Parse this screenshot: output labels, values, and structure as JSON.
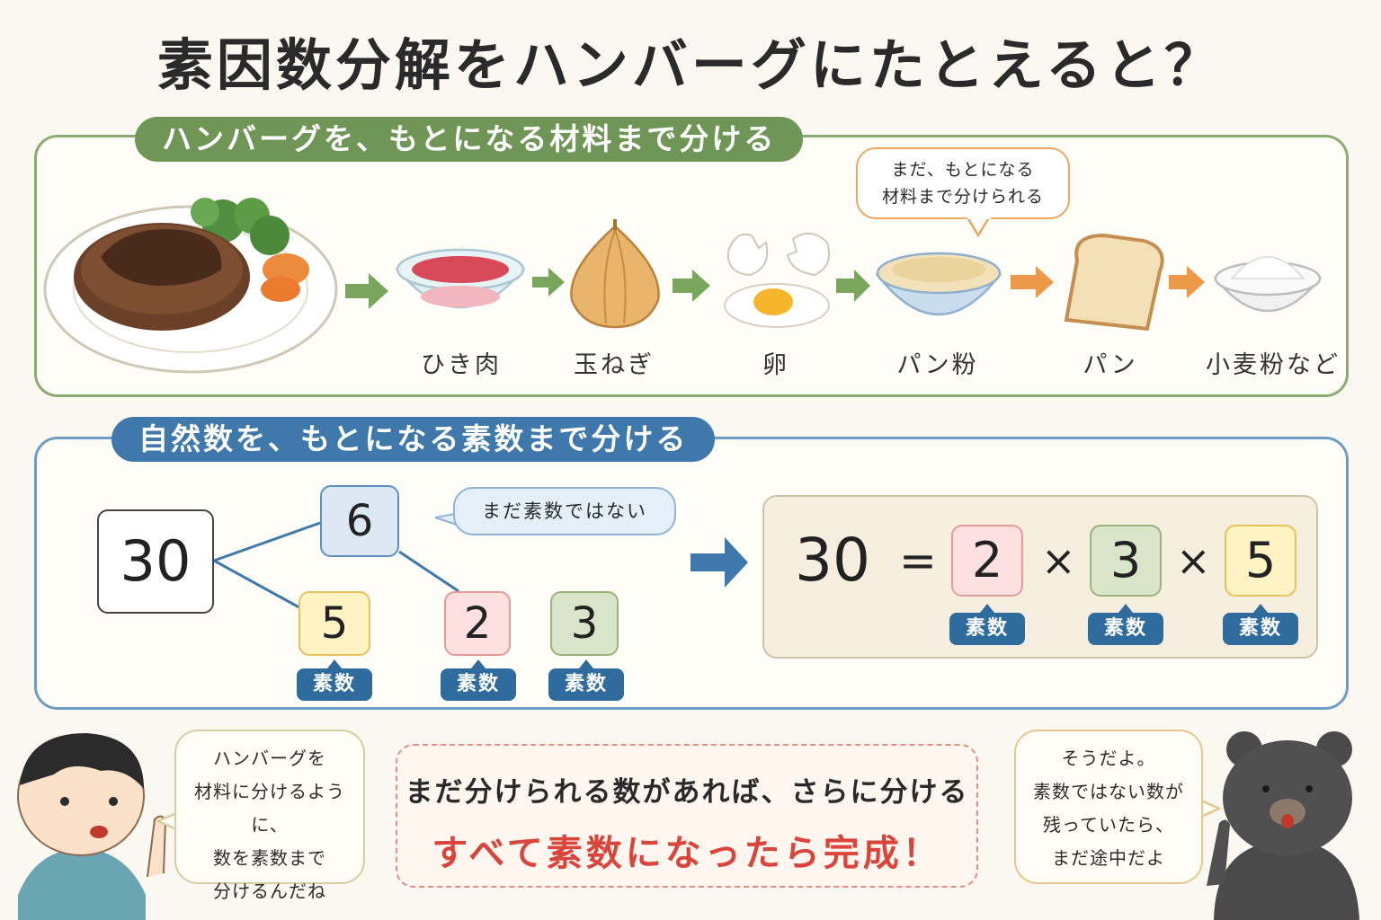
{
  "title": "素因数分解をハンバーグにたとえると？",
  "food_section": {
    "heading": "ハンバーグを、もとになる材料まで分ける",
    "bubble_line1": "まだ、もとになる",
    "bubble_line2": "材料まで分けられる",
    "items": [
      {
        "label": "ひき肉"
      },
      {
        "label": "玉ねぎ"
      },
      {
        "label": "卵"
      },
      {
        "label": "パン粉"
      },
      {
        "label": "パン"
      },
      {
        "label": "小麦粉など"
      }
    ]
  },
  "number_section": {
    "heading": "自然数を、もとになる素数まで分ける",
    "root": "30",
    "branch": "6",
    "note": "まだ素数ではない",
    "leaves": [
      {
        "value": "5",
        "tag": "素数"
      },
      {
        "value": "2",
        "tag": "素数"
      },
      {
        "value": "3",
        "tag": "素数"
      }
    ],
    "equation": {
      "lhs": "30",
      "equals": "=",
      "times": "×",
      "factors": [
        {
          "value": "2",
          "tag": "素数"
        },
        {
          "value": "3",
          "tag": "素数"
        },
        {
          "value": "5",
          "tag": "素数"
        }
      ]
    }
  },
  "boy_speech": [
    "ハンバーグを",
    "材料に分けるように、",
    "数を素数まで",
    "分けるんだね"
  ],
  "bear_speech": [
    "そうだよ。",
    "素数ではない数が",
    "残っていたら、",
    "まだ途中だよ"
  ],
  "summary": {
    "line1": "まだ分けられる数があれば、さらに分ける",
    "line2": "すべて素数になったら完成！"
  },
  "colors": {
    "green": "#6f9656",
    "blue": "#3f78ab",
    "orange_arrow": "#ec9a4a",
    "red_text": "#d9453b"
  }
}
